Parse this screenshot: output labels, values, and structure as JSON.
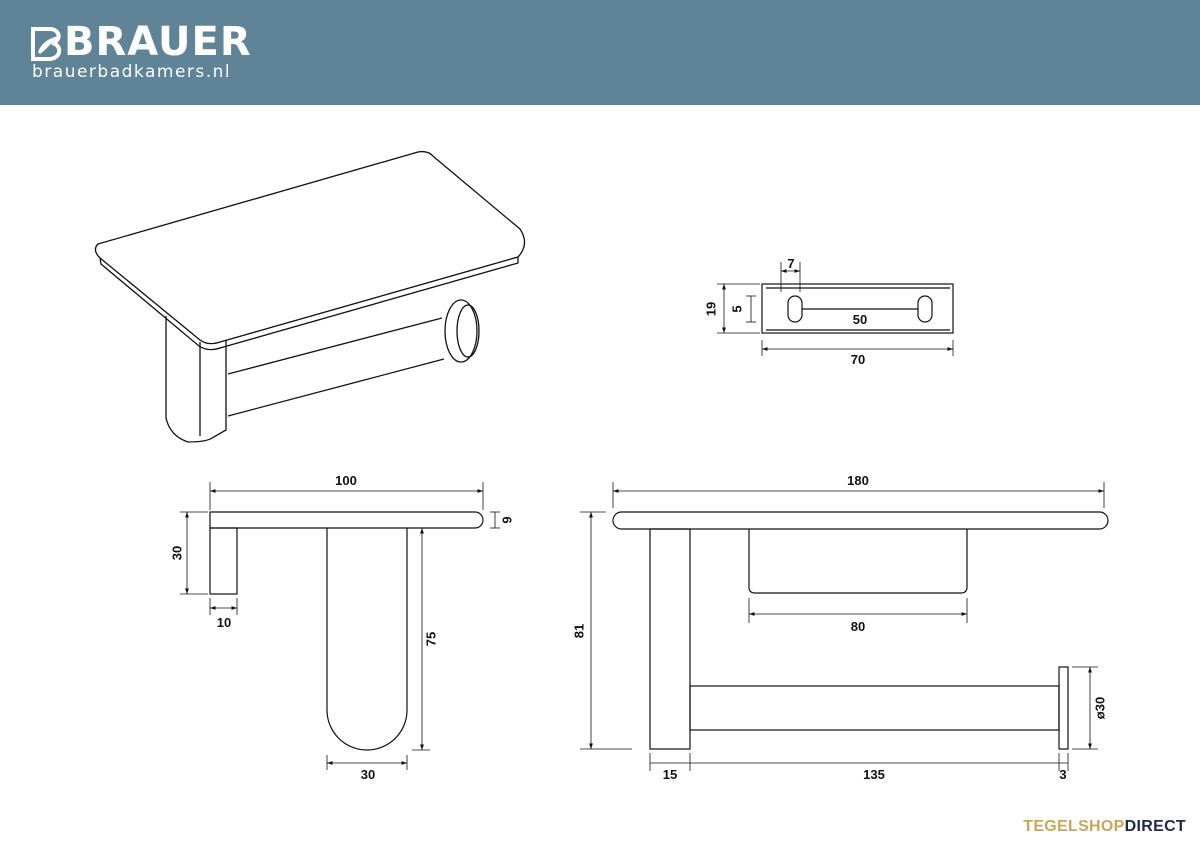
{
  "brand": {
    "name": "BRAUER",
    "website": "brauerbadkamers.nl",
    "icon": "brauer-leaf-logo-icon",
    "header_color": "#5f8497"
  },
  "dimensions": {
    "top_view": {
      "hole_spacing": "7",
      "height": "19",
      "slot": "5",
      "slot_length": "50",
      "width": "70"
    },
    "side_view": {
      "depth": "100",
      "shelf_thickness": "6",
      "plate_height": "30",
      "plate_thickness": "10",
      "bracket_height": "75",
      "bracket_width": "30"
    },
    "front_view": {
      "width": "180",
      "height": "81",
      "tray_width": "80",
      "roll_diameter": "ø30",
      "bracket": "15",
      "rod_length": "135",
      "cap": "3"
    }
  },
  "footer": {
    "part1": "TEGELSHOP",
    "part2": "DIRECT",
    "color1": "#c8a858",
    "color2": "#1a2a48"
  }
}
